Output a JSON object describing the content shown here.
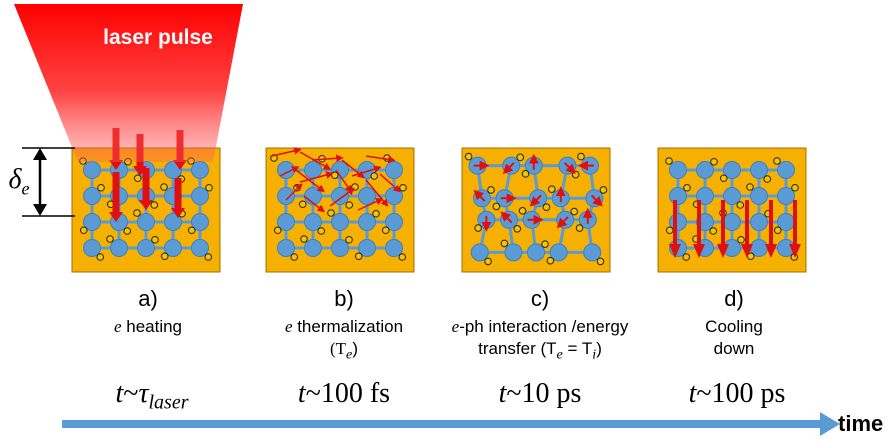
{
  "laser_label": "laser pulse",
  "depth_symbol": "δ",
  "depth_subscript": "e",
  "panels": [
    {
      "letter": "a)",
      "caption_line1_italic": "e",
      "caption_line1_rest": " heating",
      "caption_line2": "",
      "timescale_italic": "t",
      "timescale_rest": "~",
      "timescale_sub": "τ",
      "timescale_subscript": "laser"
    },
    {
      "letter": "b)",
      "caption_line1_italic": "e",
      "caption_line1_rest": " thermalization",
      "caption_line2": "(T",
      "caption_line2_sub": "e",
      "caption_line2_end": ")",
      "timescale_italic": "t",
      "timescale_rest": "~100 fs"
    },
    {
      "letter": "c)",
      "caption_line1_italic": "e",
      "caption_line1_rest": "-ph interaction /energy",
      "caption_line2": "transfer (T",
      "caption_line2_sub": "e",
      "caption_line2_mid": " = T",
      "caption_line2_sub2": "i",
      "caption_line2_end": ")",
      "timescale_italic": "t",
      "timescale_rest": "~10 ps"
    },
    {
      "letter": "d)",
      "caption_line1_italic": "",
      "caption_line1_rest": "Cooling",
      "caption_line2": "down",
      "timescale_italic": "t",
      "timescale_rest": "~100 ps"
    }
  ],
  "time_axis_label": "time",
  "colors": {
    "material": "#F5B000",
    "material_border": "#A07000",
    "atom": "#5B9BD5",
    "bond": "#5B9BD5",
    "electron": "#F5C300",
    "arrow": "#E01010",
    "axis": "#5B9BD5",
    "laser": "#FF0000"
  }
}
